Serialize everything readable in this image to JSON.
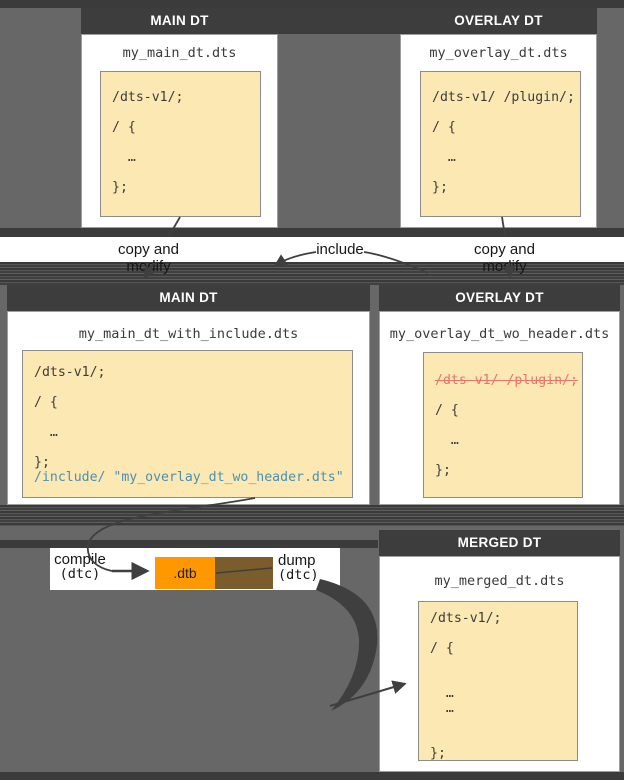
{
  "colors": {
    "background_gray": "#676767",
    "band_dark": "#3b3b3b",
    "box_header_dark": "#3d3d3d",
    "code_bg_cream": "#fce8b2",
    "dtb_orange": "#ff9800",
    "arrow_brown": "#7a5c2d",
    "include_blue": "#4a90b5",
    "removed_red": "#e8746b",
    "arrow_dark": "#3f3f3f"
  },
  "top_main": {
    "header": "MAIN DT",
    "filename": "my_main_dt.dts",
    "code": [
      {
        "text": "/dts-v1/;"
      },
      {
        "text": ""
      },
      {
        "text": "/ {"
      },
      {
        "text": ""
      },
      {
        "text": "  …"
      },
      {
        "text": ""
      },
      {
        "text": "};"
      }
    ]
  },
  "top_overlay": {
    "header": "OVERLAY DT",
    "filename": "my_overlay_dt.dts",
    "code": [
      {
        "text": "/dts-v1/ /plugin/;"
      },
      {
        "text": ""
      },
      {
        "text": "/ {"
      },
      {
        "text": ""
      },
      {
        "text": "  …"
      },
      {
        "text": ""
      },
      {
        "text": "};"
      }
    ]
  },
  "flow_labels": {
    "copy_left": "copy and modify",
    "include": "include",
    "copy_right": "copy and modify"
  },
  "mid_main": {
    "header": "MAIN DT",
    "filename": "my_main_dt_with_include.dts",
    "code": [
      {
        "text": "/dts-v1/;"
      },
      {
        "text": ""
      },
      {
        "text": "/ {"
      },
      {
        "text": ""
      },
      {
        "text": "  …"
      },
      {
        "text": ""
      },
      {
        "text": "};"
      },
      {
        "text": "/include/ \"my_overlay_dt_wo_header.dts\"",
        "cls": "include"
      }
    ]
  },
  "mid_overlay": {
    "header": "OVERLAY DT",
    "filename": "my_overlay_dt_wo_header.dts",
    "code": [
      {
        "text": "/dts-v1/ /plugin/;",
        "cls": "removed"
      },
      {
        "text": ""
      },
      {
        "text": "/ {"
      },
      {
        "text": ""
      },
      {
        "text": "  …"
      },
      {
        "text": ""
      },
      {
        "text": "};"
      }
    ]
  },
  "compile_band": {
    "compile": "compile",
    "compile_tool": "(dtc)",
    "dtb": ".dtb",
    "dump": "dump",
    "dump_tool": "(dtc)"
  },
  "merged": {
    "header": "MERGED DT",
    "filename": "my_merged_dt.dts",
    "code": [
      {
        "text": "/dts-v1/;"
      },
      {
        "text": ""
      },
      {
        "text": "/ {"
      },
      {
        "text": ""
      },
      {
        "text": ""
      },
      {
        "text": "  …"
      },
      {
        "text": "  …"
      },
      {
        "text": ""
      },
      {
        "text": ""
      },
      {
        "text": "};"
      }
    ]
  }
}
